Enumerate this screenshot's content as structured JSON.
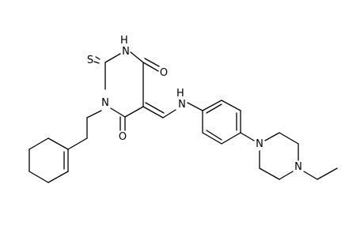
{
  "molecule": {
    "atoms": {
      "S": "S",
      "NH_ring": "H\nN",
      "O_top": "O",
      "N_ring": "N",
      "O_bottom": "O",
      "NH_link": "H\nN",
      "N_piperazine_aryl": "N",
      "N_piperazine_ethyl": "N"
    }
  },
  "colors": {
    "ink": "#000000",
    "background": "#ffffff"
  }
}
